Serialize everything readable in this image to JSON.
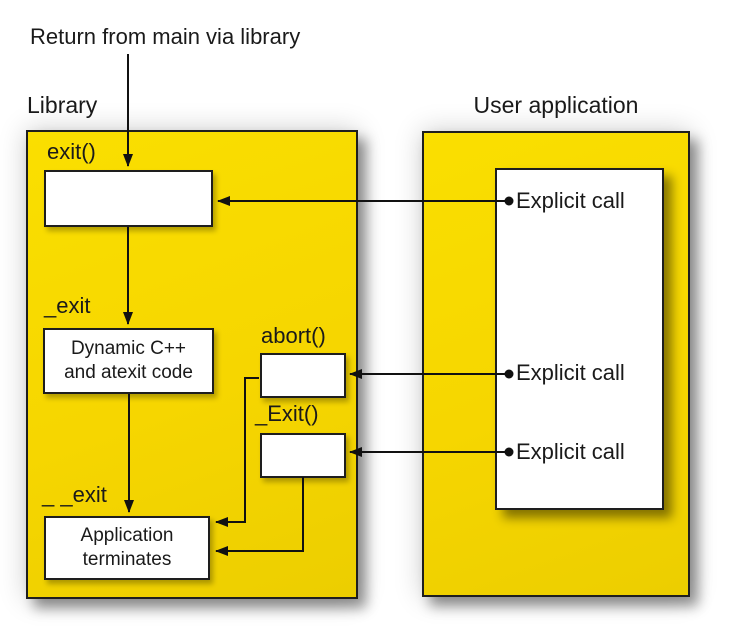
{
  "note": "Return from main via library",
  "library": {
    "title": "Library",
    "exit_label": "exit()",
    "uexit_label": "_exit",
    "abort_label": "abort()",
    "capital_exit_label": "_Exit()",
    "double_underscore_exit_label": "_ _exit",
    "dynamic_box": {
      "line1": "Dynamic C++",
      "line2": "and atexit code"
    },
    "terminate_box": {
      "line1": "Application",
      "line2": "terminates"
    }
  },
  "user_app": {
    "title": "User application",
    "items": [
      "Explicit call",
      "Explicit call",
      "Explicit call"
    ]
  },
  "colors": {
    "panel_yellow": "#F6D600",
    "outline": "#1E1E1E",
    "text": "#1A1A1A",
    "box_fill": "#FFFFFF"
  }
}
